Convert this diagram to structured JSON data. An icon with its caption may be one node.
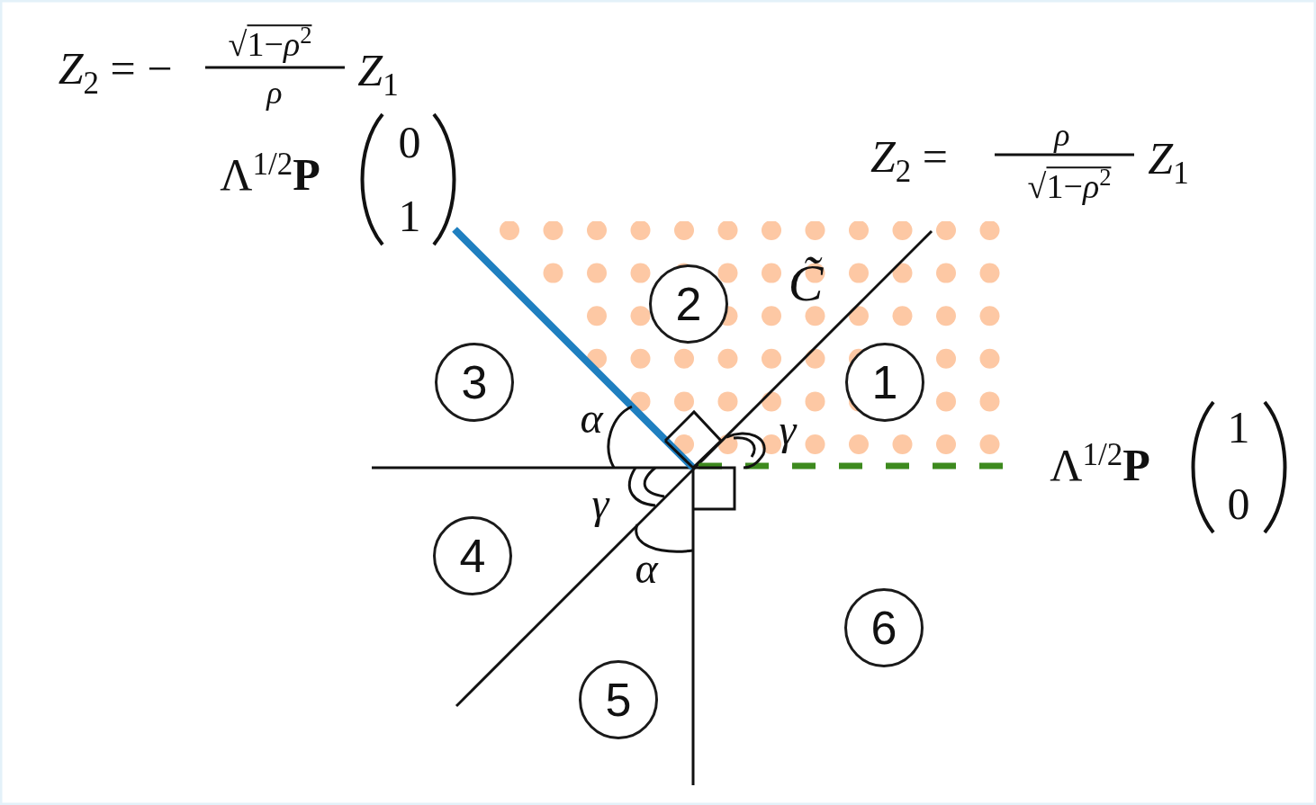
{
  "diagram": {
    "nodes": [
      {
        "text": [
          "2"
        ]
      },
      {
        "text": [
          "3"
        ]
      },
      {
        "text": [
          "1"
        ]
      },
      {
        "text": [
          "4"
        ]
      },
      {
        "text": [
          "6"
        ]
      },
      {
        "text": [
          "5"
        ]
      }
    ],
    "labels": [
      "*Z*$_{2}$ = −",
      "√1−*ρ*$^{2}$",
      "*ρ*",
      "*Z*$_{1}$",
      "Λ$^{1/2}$**P**",
      "0",
      "1",
      "*Z*$_{2}$ =",
      "*ρ*",
      "√1−*ρ*$^{2}$",
      "*Z*$_{1}$",
      "C̃",
      "α",
      "γ",
      "Λ$^{1/2}$**P**",
      "1",
      "0",
      "γ",
      "α"
    ]
  }
}
